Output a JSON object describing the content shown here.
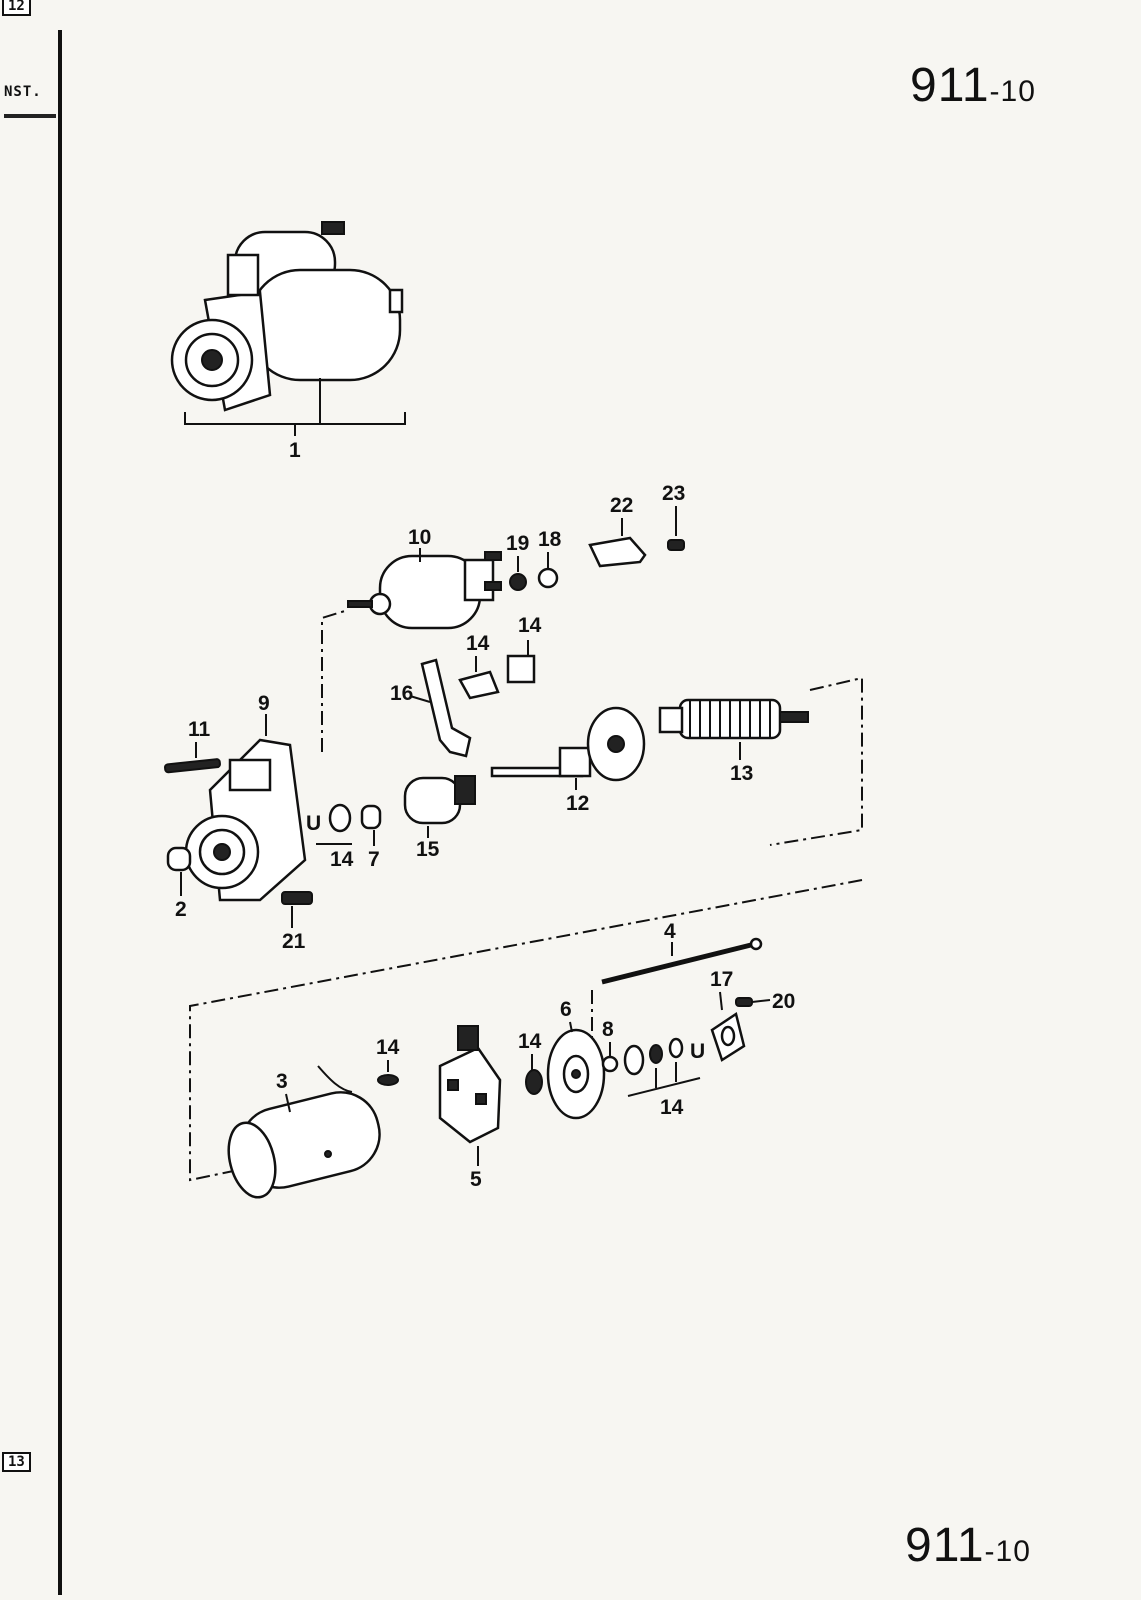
{
  "page": {
    "number_main": "911",
    "number_sub": "-10",
    "top_box_label": "12",
    "bottom_box_label": "13",
    "side_label": "NST."
  },
  "callouts": {
    "c1": "1",
    "c2": "2",
    "c3": "3",
    "c4": "4",
    "c5": "5",
    "c6": "6",
    "c7": "7",
    "c8": "8",
    "c9": "9",
    "c10": "10",
    "c11": "11",
    "c12": "12",
    "c13": "13",
    "c14a": "14",
    "c14b": "14",
    "c14c": "14",
    "c14d": "14",
    "c14e": "14",
    "c14f": "14",
    "c15": "15",
    "c16": "16",
    "c17": "17",
    "c18": "18",
    "c19": "19",
    "c20": "20",
    "c21": "21",
    "c22": "22",
    "c23": "23"
  }
}
